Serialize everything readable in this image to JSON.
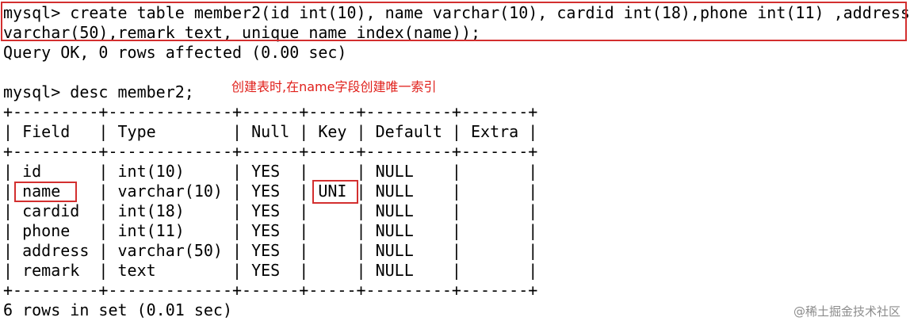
{
  "terminal": {
    "command_line_1": "mysql> create table member2(id int(10), name varchar(10), cardid int(18),phone int(11) ,address",
    "command_line_2": "varchar(50),remark text, unique name index(name));",
    "query_ok": "Query OK, 0 rows affected (0.00 sec)",
    "desc_command": "mysql> desc member2;",
    "annotation": "创建表时,在name字段创建唯一索引",
    "table_border_top": "+---------+-------------+------+-----+---------+-------+",
    "table_header": "| Field   | Type        | Null | Key | Default | Extra |",
    "table_border_mid": "+---------+-------------+------+-----+---------+-------+",
    "rows": [
      "| id      | int(10)     | YES  |     | NULL    |       |",
      "| name    | varchar(10) | YES  | UNI | NULL    |       |",
      "| cardid  | int(18)     | YES  |     | NULL    |       |",
      "| phone   | int(11)     | YES  |     | NULL    |       |",
      "| address | varchar(50) | YES  |     | NULL    |       |",
      "| remark  | text        | YES  |     | NULL    |       |"
    ],
    "table_border_bottom": "+---------+-------------+------+-----+---------+-------+",
    "result_summary": "6 rows in set (0.01 sec)"
  },
  "watermark": {
    "text": "@稀土掘金技术社区"
  },
  "colors": {
    "background": "#ffffff",
    "text": "#000000",
    "highlight_red": "#d32f2f",
    "annotation_red": "#e0201b",
    "watermark_gray": "#8c8c8c"
  }
}
